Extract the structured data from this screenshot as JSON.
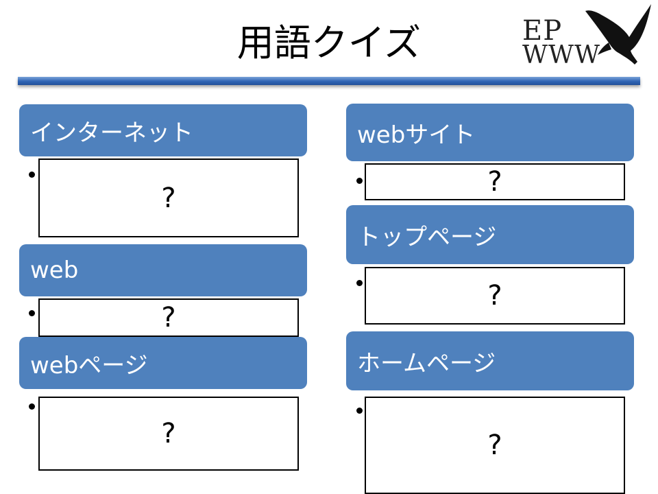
{
  "slide": {
    "title": "用語クイズ",
    "logo": {
      "line1": "EP",
      "line2": "WWW"
    },
    "left_terms": [
      {
        "term": "インターネット",
        "answer": "?"
      },
      {
        "term": "web",
        "answer": "?"
      },
      {
        "term": "webページ",
        "answer": "?"
      }
    ],
    "right_terms": [
      {
        "term": "webサイト",
        "answer": "?"
      },
      {
        "term": "トップページ",
        "answer": "?"
      },
      {
        "term": "ホームページ",
        "answer": "?"
      }
    ]
  },
  "colors": {
    "term_box": "#4f81bd",
    "accent_bar": "#2f64b4"
  }
}
